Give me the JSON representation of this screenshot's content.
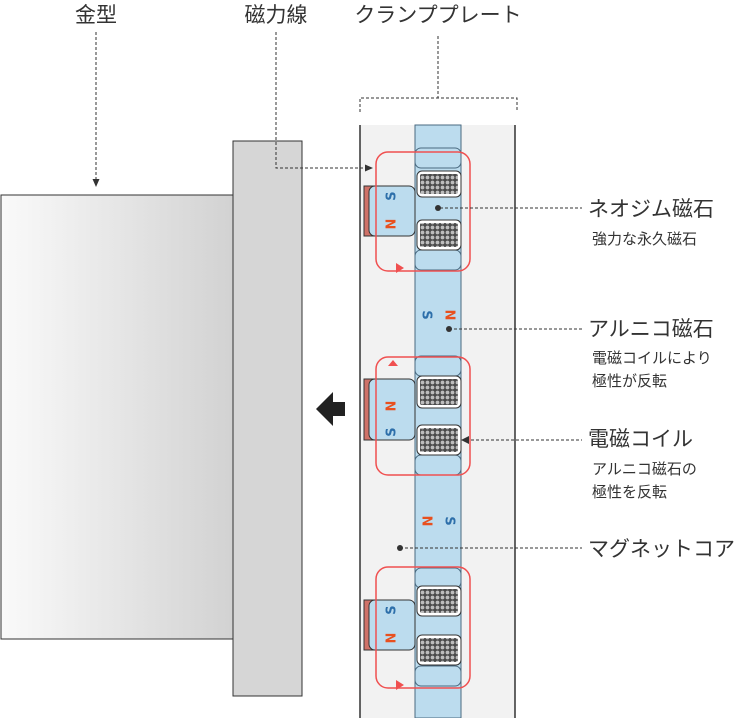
{
  "labels": {
    "mold": "金型",
    "flux_lines": "磁力線",
    "clamp_plate": "クランププレート",
    "neodymium": "ネオジム磁石",
    "neodymium_sub": "強力な永久磁石",
    "alnico": "アルニコ磁石",
    "alnico_sub_1": "電磁コイルにより",
    "alnico_sub_2": "極性が反転",
    "coil": "電磁コイル",
    "coil_sub_1": "アルニコ磁石の",
    "coil_sub_2": "極性を反転",
    "magnet_core": "マグネットコア"
  },
  "poles": {
    "n": "N",
    "s": "S"
  },
  "colors": {
    "mold_gradient_start": "#fafafa",
    "mold_gradient_end": "#d2d2d2",
    "plate_fill": "#d6d6d6",
    "plate_strip": "#f2f2f2",
    "core_blue": "#bcdcee",
    "neodymium_red": "#cf7268",
    "flux_red": "#f05050",
    "pole_n": "#e8501e",
    "pole_s": "#2d6faa",
    "coil_dark": "#555555",
    "arrow_black": "#222222"
  }
}
